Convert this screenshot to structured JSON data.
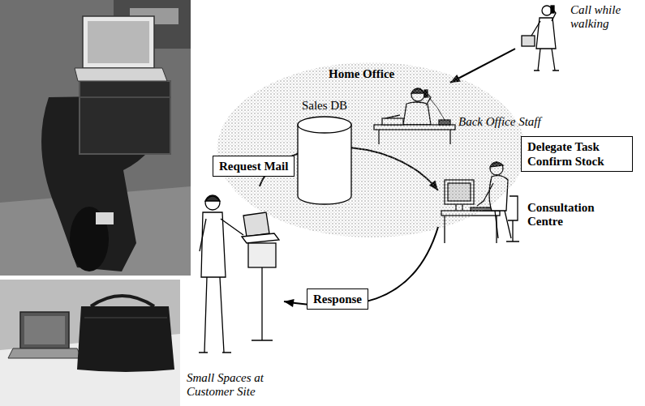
{
  "diagram": {
    "nodes": [
      {
        "text": [
          "Call while walking"
        ]
      },
      {
        "text": [
          "Home Office"
        ]
      },
      {
        "text": [
          "Sales DB"
        ],
        "in": 1
      },
      {
        "text": [
          "Back Office Staff"
        ],
        "in": 1
      },
      {
        "text": [
          "Consultation Centre"
        ],
        "in": 1
      },
      {
        "text": [
          "Small Spaces at Customer Site"
        ]
      }
    ],
    "edges": [
      {
        "from": 0,
        "to": 3,
        "arrow": "to",
        "label": "Delegate Task Confirm Stock"
      },
      {
        "from": 5,
        "to": 4,
        "arrow": "to",
        "label": "Request Mail"
      },
      {
        "from": 4,
        "to": 5,
        "arrow": "to",
        "label": "Response"
      }
    ]
  }
}
